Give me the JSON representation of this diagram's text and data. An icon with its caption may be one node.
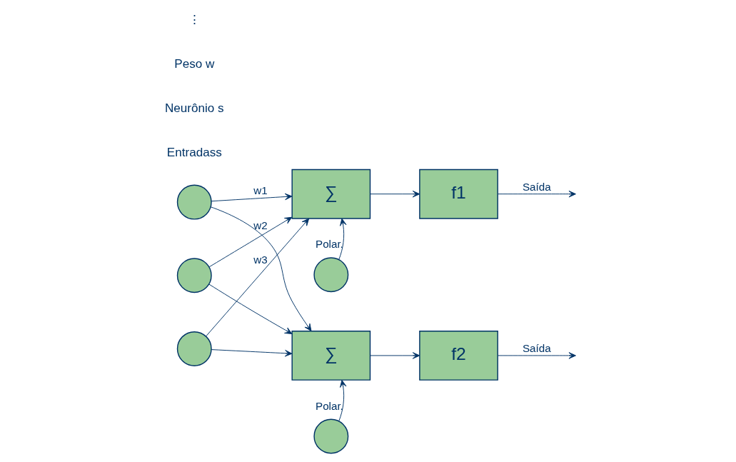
{
  "diagram": {
    "nodes": [
      {
        "text": [],
        "shape": "circle"
      },
      {
        "text": [],
        "shape": "circle"
      },
      {
        "text": [],
        "shape": "circle"
      },
      {
        "text": [
          "∑"
        ]
      },
      {
        "text": [
          "f1"
        ]
      },
      {
        "text": [],
        "shape": "circle"
      },
      {
        "text": [
          "∑"
        ]
      },
      {
        "text": [
          "f2"
        ]
      },
      {
        "text": [],
        "shape": "circle"
      }
    ],
    "edges": [
      {
        "from": 0,
        "to": 3,
        "arrow": "to",
        "label": "w1"
      },
      {
        "from": 1,
        "to": 3,
        "arrow": "to",
        "label": "w2"
      },
      {
        "from": 2,
        "to": 3,
        "arrow": "to",
        "label": "w3"
      },
      {
        "from": 0,
        "to": 6,
        "arrow": "to"
      },
      {
        "from": 1,
        "to": 6,
        "arrow": "to"
      },
      {
        "from": 2,
        "to": 6,
        "arrow": "to"
      },
      {
        "from": 5,
        "to": 3,
        "arrow": "to",
        "label": "Polar."
      },
      {
        "from": 3,
        "to": 4,
        "arrow": "to"
      },
      {
        "from": 4,
        "to": null,
        "arrow": "to",
        "label": "Saída"
      },
      {
        "from": 8,
        "to": 6,
        "arrow": "to",
        "label": "Polar."
      },
      {
        "from": 6,
        "to": 7,
        "arrow": "to"
      },
      {
        "from": 7,
        "to": null,
        "arrow": "to",
        "label": "Saída"
      }
    ],
    "labels": [
      "Entradass",
      "Neurônio s",
      "Peso w",
      "⋮"
    ]
  }
}
